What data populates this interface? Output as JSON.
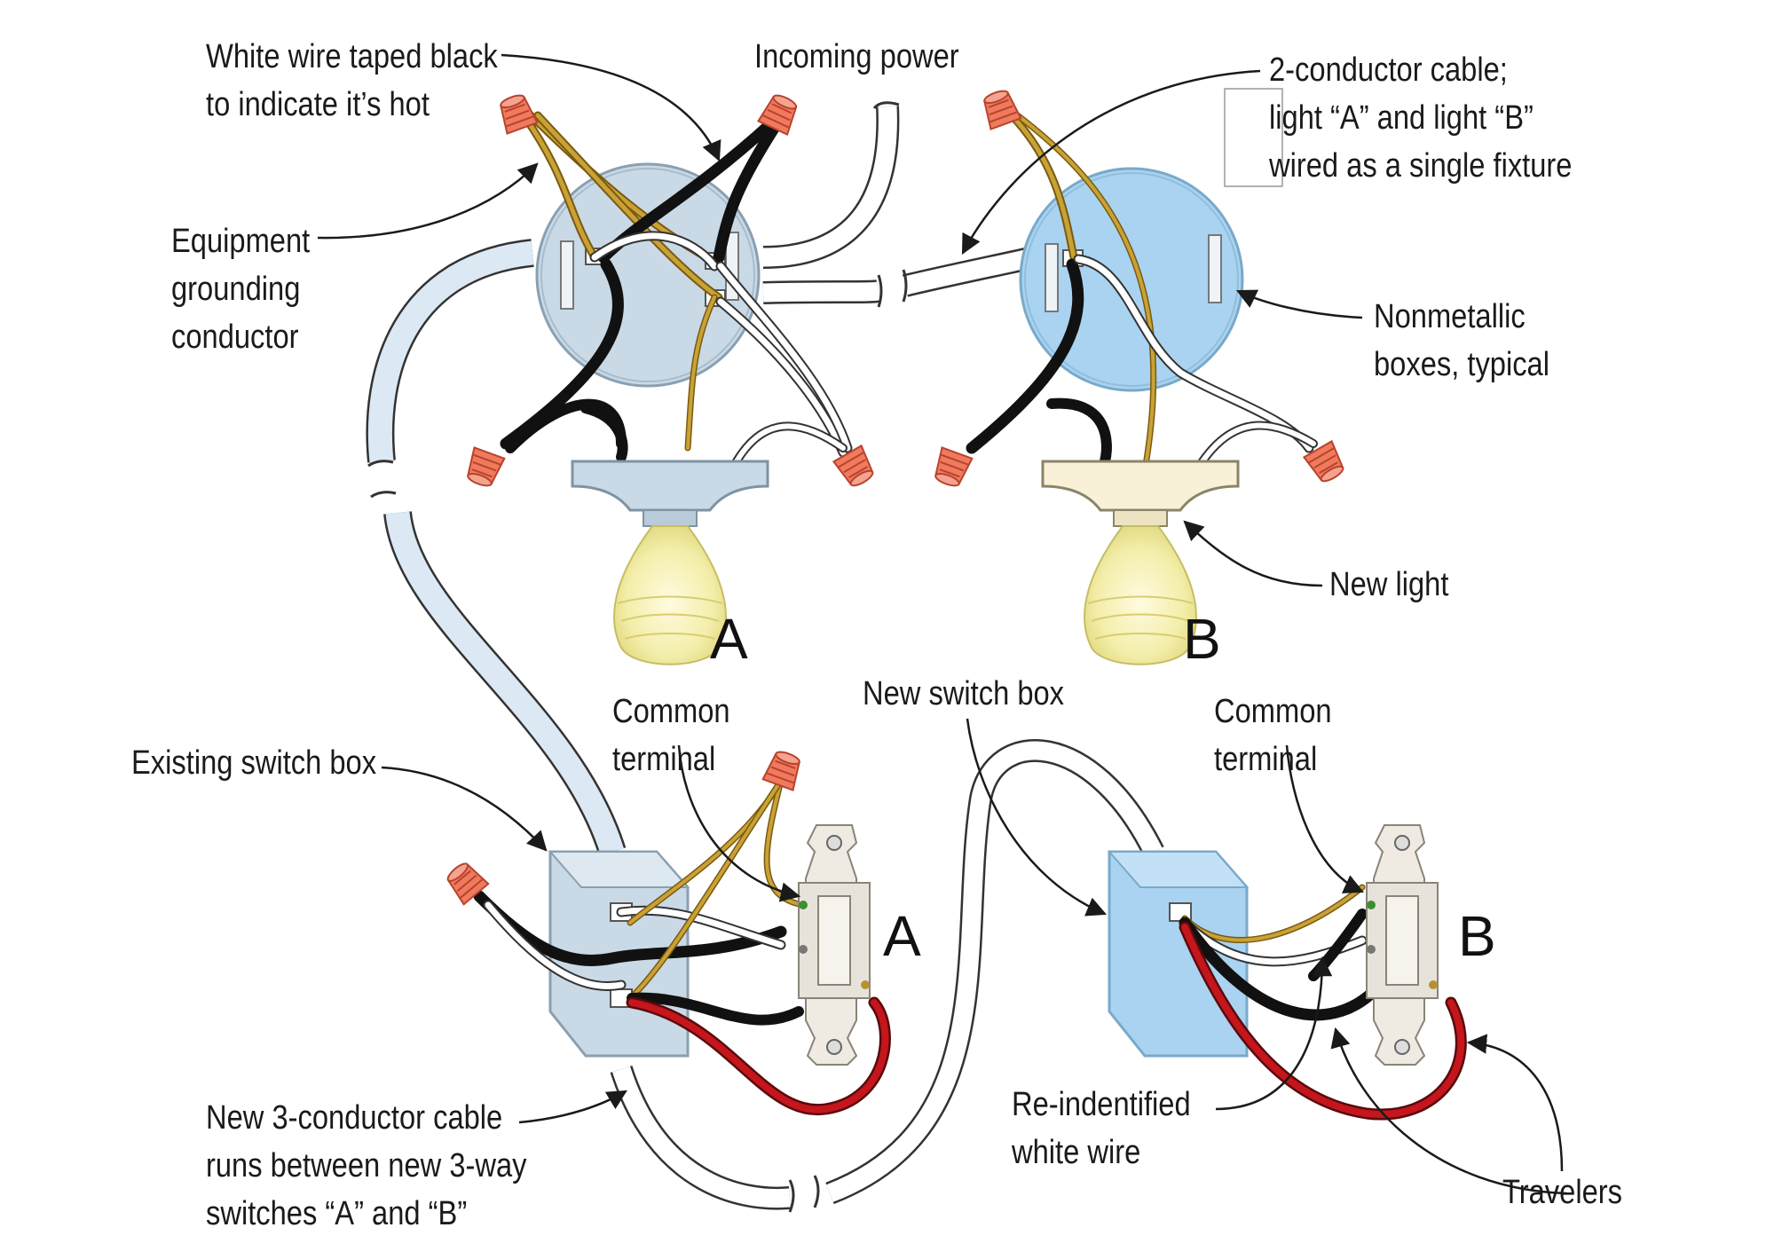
{
  "labels": {
    "white_wire_taped": [
      "White wire taped black",
      "to indicate it’s hot"
    ],
    "incoming_power": "Incoming power",
    "two_conductor": [
      "2-conductor cable;",
      "light “A” and light “B”",
      "wired  as a single fixture"
    ],
    "equipment_grounding": [
      "Equipment",
      "grounding",
      "conductor"
    ],
    "nonmetallic_boxes": [
      "Nonmetallic",
      "boxes, typical"
    ],
    "new_light": "New light",
    "new_switch_box": "New switch box",
    "common_terminal_a": [
      "Common",
      "terminal"
    ],
    "common_terminal_b": [
      "Common",
      "terminal"
    ],
    "existing_switch_box": "Existing switch box",
    "new_3_conductor": [
      "New 3-conductor  cable",
      "runs between new 3-way",
      "switches “A” and “B”"
    ],
    "reidentified": [
      "Re-indentified",
      "white wire"
    ],
    "travelers": "Travelers"
  },
  "markers": {
    "light_a": "A",
    "light_b": "B",
    "switch_a": "A",
    "switch_b": "B"
  },
  "colors": {
    "box_existing": "#c9d9e6",
    "box_new": "#a9d3f0",
    "cable": "#dce9f4",
    "hot": "#111111",
    "neutral": "#ffffff",
    "ground": "#b8902a",
    "traveler": "#c4161c",
    "wire_nut": "#f07a5e",
    "bulb": "#f4f0b4"
  }
}
